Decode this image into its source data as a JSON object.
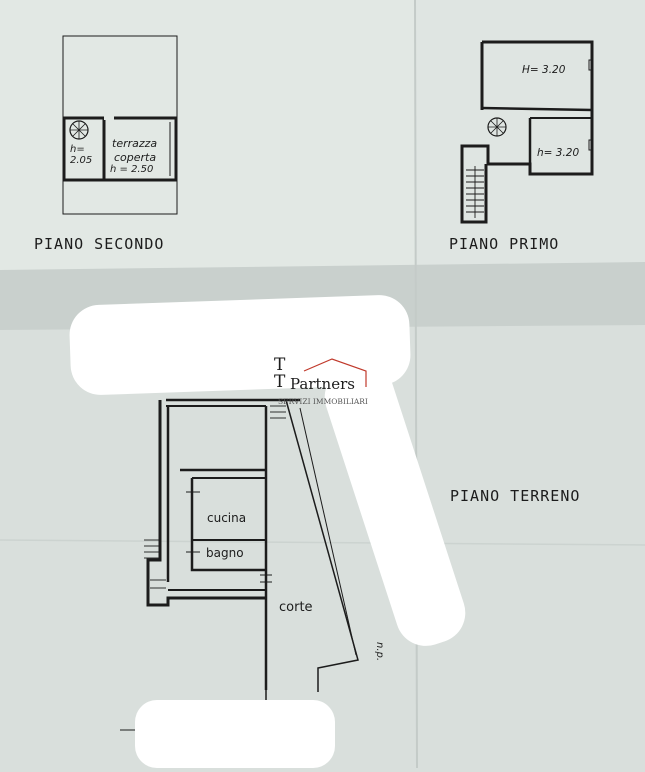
{
  "floors": {
    "second": {
      "title": "PIANO  SECONDO",
      "h_label": "h=",
      "h_value": "2.05",
      "terrace_line1": "terrazza",
      "terrace_line2": "coperta",
      "terrace_h": "h = 2.50"
    },
    "first": {
      "title": "PIANO  PRIMO",
      "room1_h": "H= 3.20",
      "room2_h": "h= 3.20"
    },
    "ground": {
      "title": "PIANO  TERRENO",
      "kitchen": "cucina",
      "bathroom": "bagno",
      "courtyard": "corte",
      "side_note": "n.p."
    }
  },
  "logo": {
    "letters": "T T",
    "name": "Partners",
    "subtitle": "SERVIZI IMMOBILIARI",
    "accent_color": "#c0392b"
  },
  "colors": {
    "paper": "#d9dfdc",
    "ink": "#1c1c1c",
    "redaction": "#ffffff"
  }
}
